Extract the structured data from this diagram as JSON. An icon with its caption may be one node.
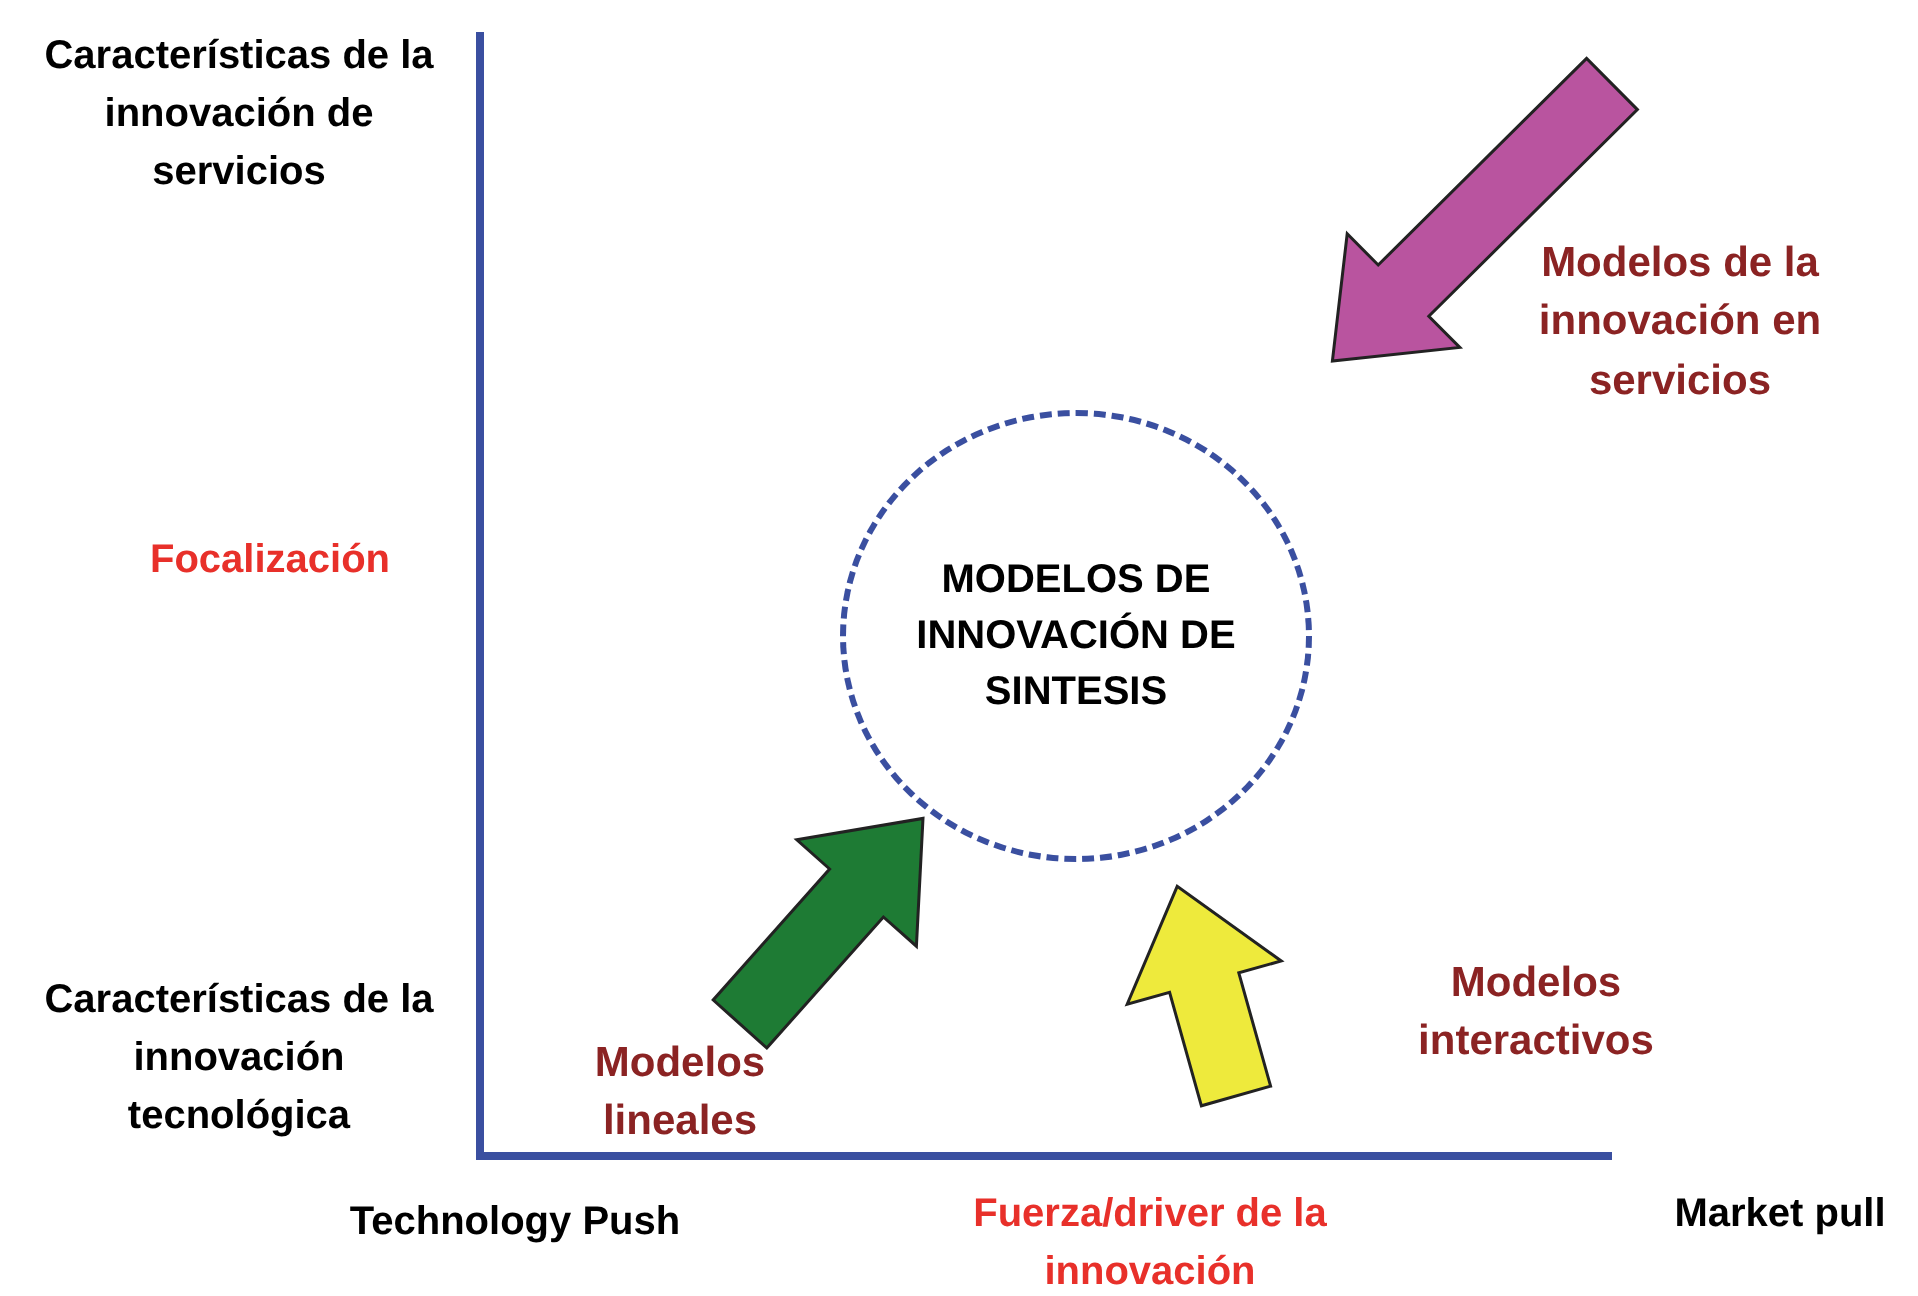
{
  "diagram": {
    "nodes": [
      {
        "text": [
          "MODELOS DE INNOVACIÓN DE SINTESIS"
        ]
      },
      {
        "text": [
          "Modelos lineales"
        ]
      },
      {
        "text": [
          "Modelos interactivos"
        ]
      },
      {
        "text": [
          "Modelos de la innovación en servicios"
        ]
      }
    ],
    "edges": [
      {
        "from": 1,
        "to": 0,
        "arrow": "to",
        "style": "thick",
        "color": "#1e7b34"
      },
      {
        "from": 2,
        "to": 0,
        "arrow": "to",
        "style": "thick",
        "color": "#eeea3c"
      },
      {
        "from": 3,
        "to": 0,
        "arrow": "to",
        "style": "thick",
        "color": "#b9549f"
      }
    ],
    "labels": [
      "Características de la innovación de servicios",
      "Focalización",
      "Características de la innovación tecnológica",
      "Technology Push",
      "Fuerza/driver de la innovación",
      "Market pull"
    ]
  }
}
